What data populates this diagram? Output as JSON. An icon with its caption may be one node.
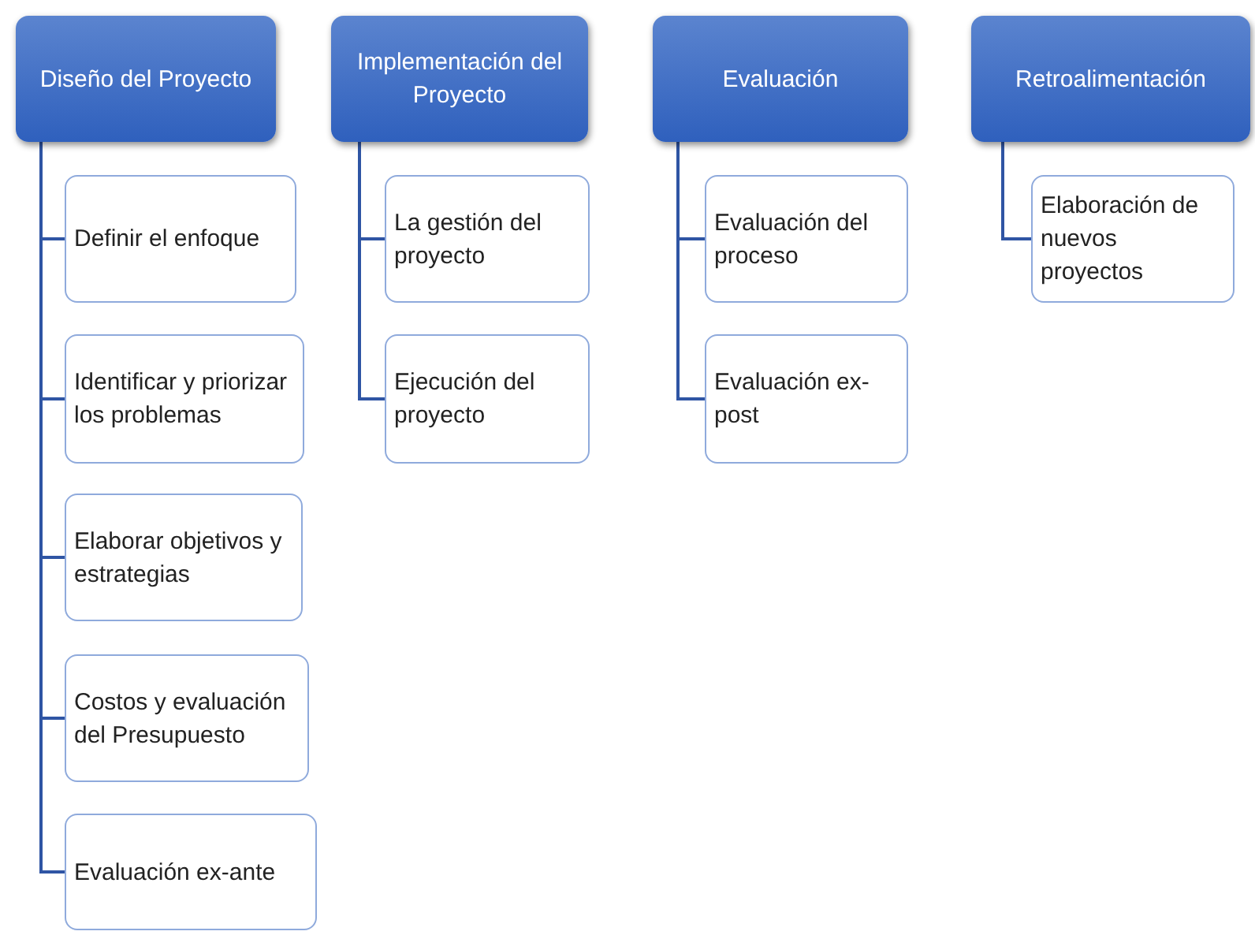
{
  "diagram": {
    "nodes": [
      {
        "text": [
          "Diseño del Proyecto"
        ]
      },
      {
        "text": [
          "Definir el enfoque"
        ]
      },
      {
        "text": [
          "Identificar y priorizar los problemas"
        ]
      },
      {
        "text": [
          "Elaborar objetivos y estrategias"
        ]
      },
      {
        "text": [
          "Costos y evaluación del Presupuesto"
        ]
      },
      {
        "text": [
          "Evaluación ex-ante"
        ]
      },
      {
        "text": [
          "Implementación del Proyecto"
        ]
      },
      {
        "text": [
          "La gestión del proyecto"
        ]
      },
      {
        "text": [
          "Ejecución del proyecto"
        ]
      },
      {
        "text": [
          "Evaluación"
        ]
      },
      {
        "text": [
          "Evaluación del proceso"
        ]
      },
      {
        "text": [
          "Evaluación ex-post"
        ]
      },
      {
        "text": [
          "Retroalimentación"
        ]
      },
      {
        "text": [
          "Elaboración de nuevos proyectos"
        ]
      }
    ],
    "edges": [
      {
        "from": 0,
        "to": 1,
        "arrow": "none"
      },
      {
        "from": 0,
        "to": 2,
        "arrow": "none"
      },
      {
        "from": 0,
        "to": 3,
        "arrow": "none"
      },
      {
        "from": 0,
        "to": 4,
        "arrow": "none"
      },
      {
        "from": 0,
        "to": 5,
        "arrow": "none"
      },
      {
        "from": 6,
        "to": 7,
        "arrow": "none"
      },
      {
        "from": 6,
        "to": 8,
        "arrow": "none"
      },
      {
        "from": 9,
        "to": 10,
        "arrow": "none"
      },
      {
        "from": 9,
        "to": 11,
        "arrow": "none"
      },
      {
        "from": 12,
        "to": 13,
        "arrow": "none"
      }
    ]
  }
}
